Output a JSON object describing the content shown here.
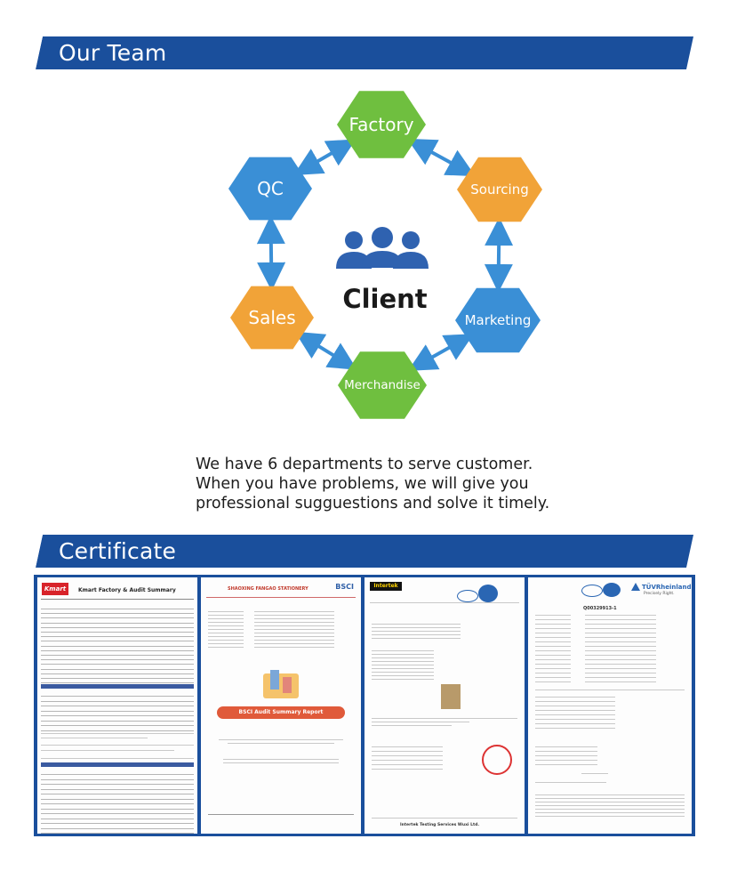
{
  "sections": {
    "team": {
      "title": "Our Team"
    },
    "certificate": {
      "title": "Certificate"
    }
  },
  "colors": {
    "banner_blue": "#1a4f9c",
    "green": "#6fbf3f",
    "orange": "#f1a338",
    "blue": "#3a8fd6",
    "arrow": "#3a8fd6"
  },
  "diagram": {
    "center": {
      "label": "Client",
      "icon": "people-group-icon"
    },
    "departments": [
      {
        "label": "Factory",
        "color": "green"
      },
      {
        "label": "Sourcing",
        "color": "orange"
      },
      {
        "label": "Marketing",
        "color": "blue"
      },
      {
        "label": "Merchandise",
        "color": "green"
      },
      {
        "label": "Sales",
        "color": "orange"
      },
      {
        "label": "QC",
        "color": "blue"
      }
    ]
  },
  "description": {
    "lines": [
      "We have 6 departments to serve customer.",
      "When you have problems, we will give you",
      "professional sugguestions and solve it timely."
    ]
  },
  "certificates": [
    {
      "title": "Kmart Factory & Audit Summary",
      "brand": "Kmart"
    },
    {
      "title": "BSCI Audit Summary Report",
      "brand": "BSCI",
      "company": "SHAOXING FANGAO STATIONERY"
    },
    {
      "title": "Intertek",
      "brand": "Intertek",
      "footer": "Intertek Testing Services Wuxi Ltd."
    },
    {
      "title": "TÜV Rheinland",
      "brand": "TÜVRheinland",
      "tagline": "Precisely Right.",
      "report_no": "Q00329913-1"
    }
  ]
}
